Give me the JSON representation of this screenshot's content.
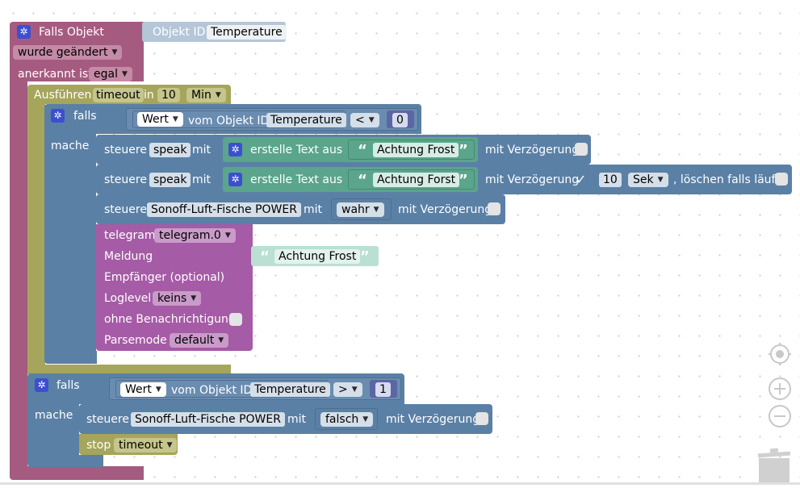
{
  "trigger": {
    "title": "Falls Objekt",
    "object_id_label": "Objekt ID",
    "object_id_value": "Temperature",
    "changed_option": "wurde geändert",
    "ack_label": "anerkannt ist",
    "ack_value": "egal"
  },
  "timeout": {
    "label": "Ausführen",
    "name": "timeout",
    "in_label": "in",
    "value": "10",
    "unit": "Min"
  },
  "if1": {
    "falls": "falls",
    "mache": "mache",
    "value_option": "Wert",
    "of_object": "vom Objekt ID",
    "object": "Temperature",
    "operator": "<",
    "number": "0"
  },
  "speak1": {
    "control": "steuere",
    "target": "speak",
    "with": "mit",
    "create_text": "erstelle Text aus",
    "text": "Achtung Frost",
    "delay_label": "mit Verzögerung"
  },
  "speak2": {
    "control": "steuere",
    "target": "speak",
    "with": "mit",
    "create_text": "erstelle Text aus",
    "text": "Achtung Forst",
    "delay_label": "mit Verzögerung",
    "checkmark": "✓",
    "delay_value": "10",
    "delay_unit": "Sek",
    "clear_label": ", löschen falls läuft"
  },
  "sonoff1": {
    "control": "steuere",
    "target": "Sonoff-Luft-Fische POWER",
    "with": "mit",
    "value": "wahr",
    "delay_label": "mit Verzögerung"
  },
  "telegram": {
    "label": "telegram",
    "instance": "telegram.0",
    "message_label": "Meldung",
    "message_text": "Achtung Frost",
    "recipient_label": "Empfänger (optional)",
    "loglevel_label": "Loglevel",
    "loglevel_value": "keins",
    "silent_label": "ohne Benachrichtigung",
    "parsemode_label": "Parsemode",
    "parsemode_value": "default"
  },
  "if2": {
    "falls": "falls",
    "mache": "mache",
    "value_option": "Wert",
    "of_object": "vom Objekt ID",
    "object": "Temperature",
    "operator": ">",
    "number": "1"
  },
  "sonoff2": {
    "control": "steuere",
    "target": "Sonoff-Luft-Fische POWER",
    "with": "mit",
    "value": "falsch",
    "delay_label": "mit Verzögerung"
  },
  "stop": {
    "label": "stop",
    "name": "timeout"
  },
  "colors": {
    "trigger": "#a55b80",
    "timeout": "#a5a55b",
    "logic": "#5b80a5",
    "text": "#5ba58c",
    "telegram": "#a55ba5",
    "background": "#ffffff"
  },
  "icons": [
    "gear-icon",
    "quote-open-icon",
    "quote-close-icon",
    "target-icon",
    "zoom-in-icon",
    "zoom-out-icon",
    "trash-icon"
  ]
}
